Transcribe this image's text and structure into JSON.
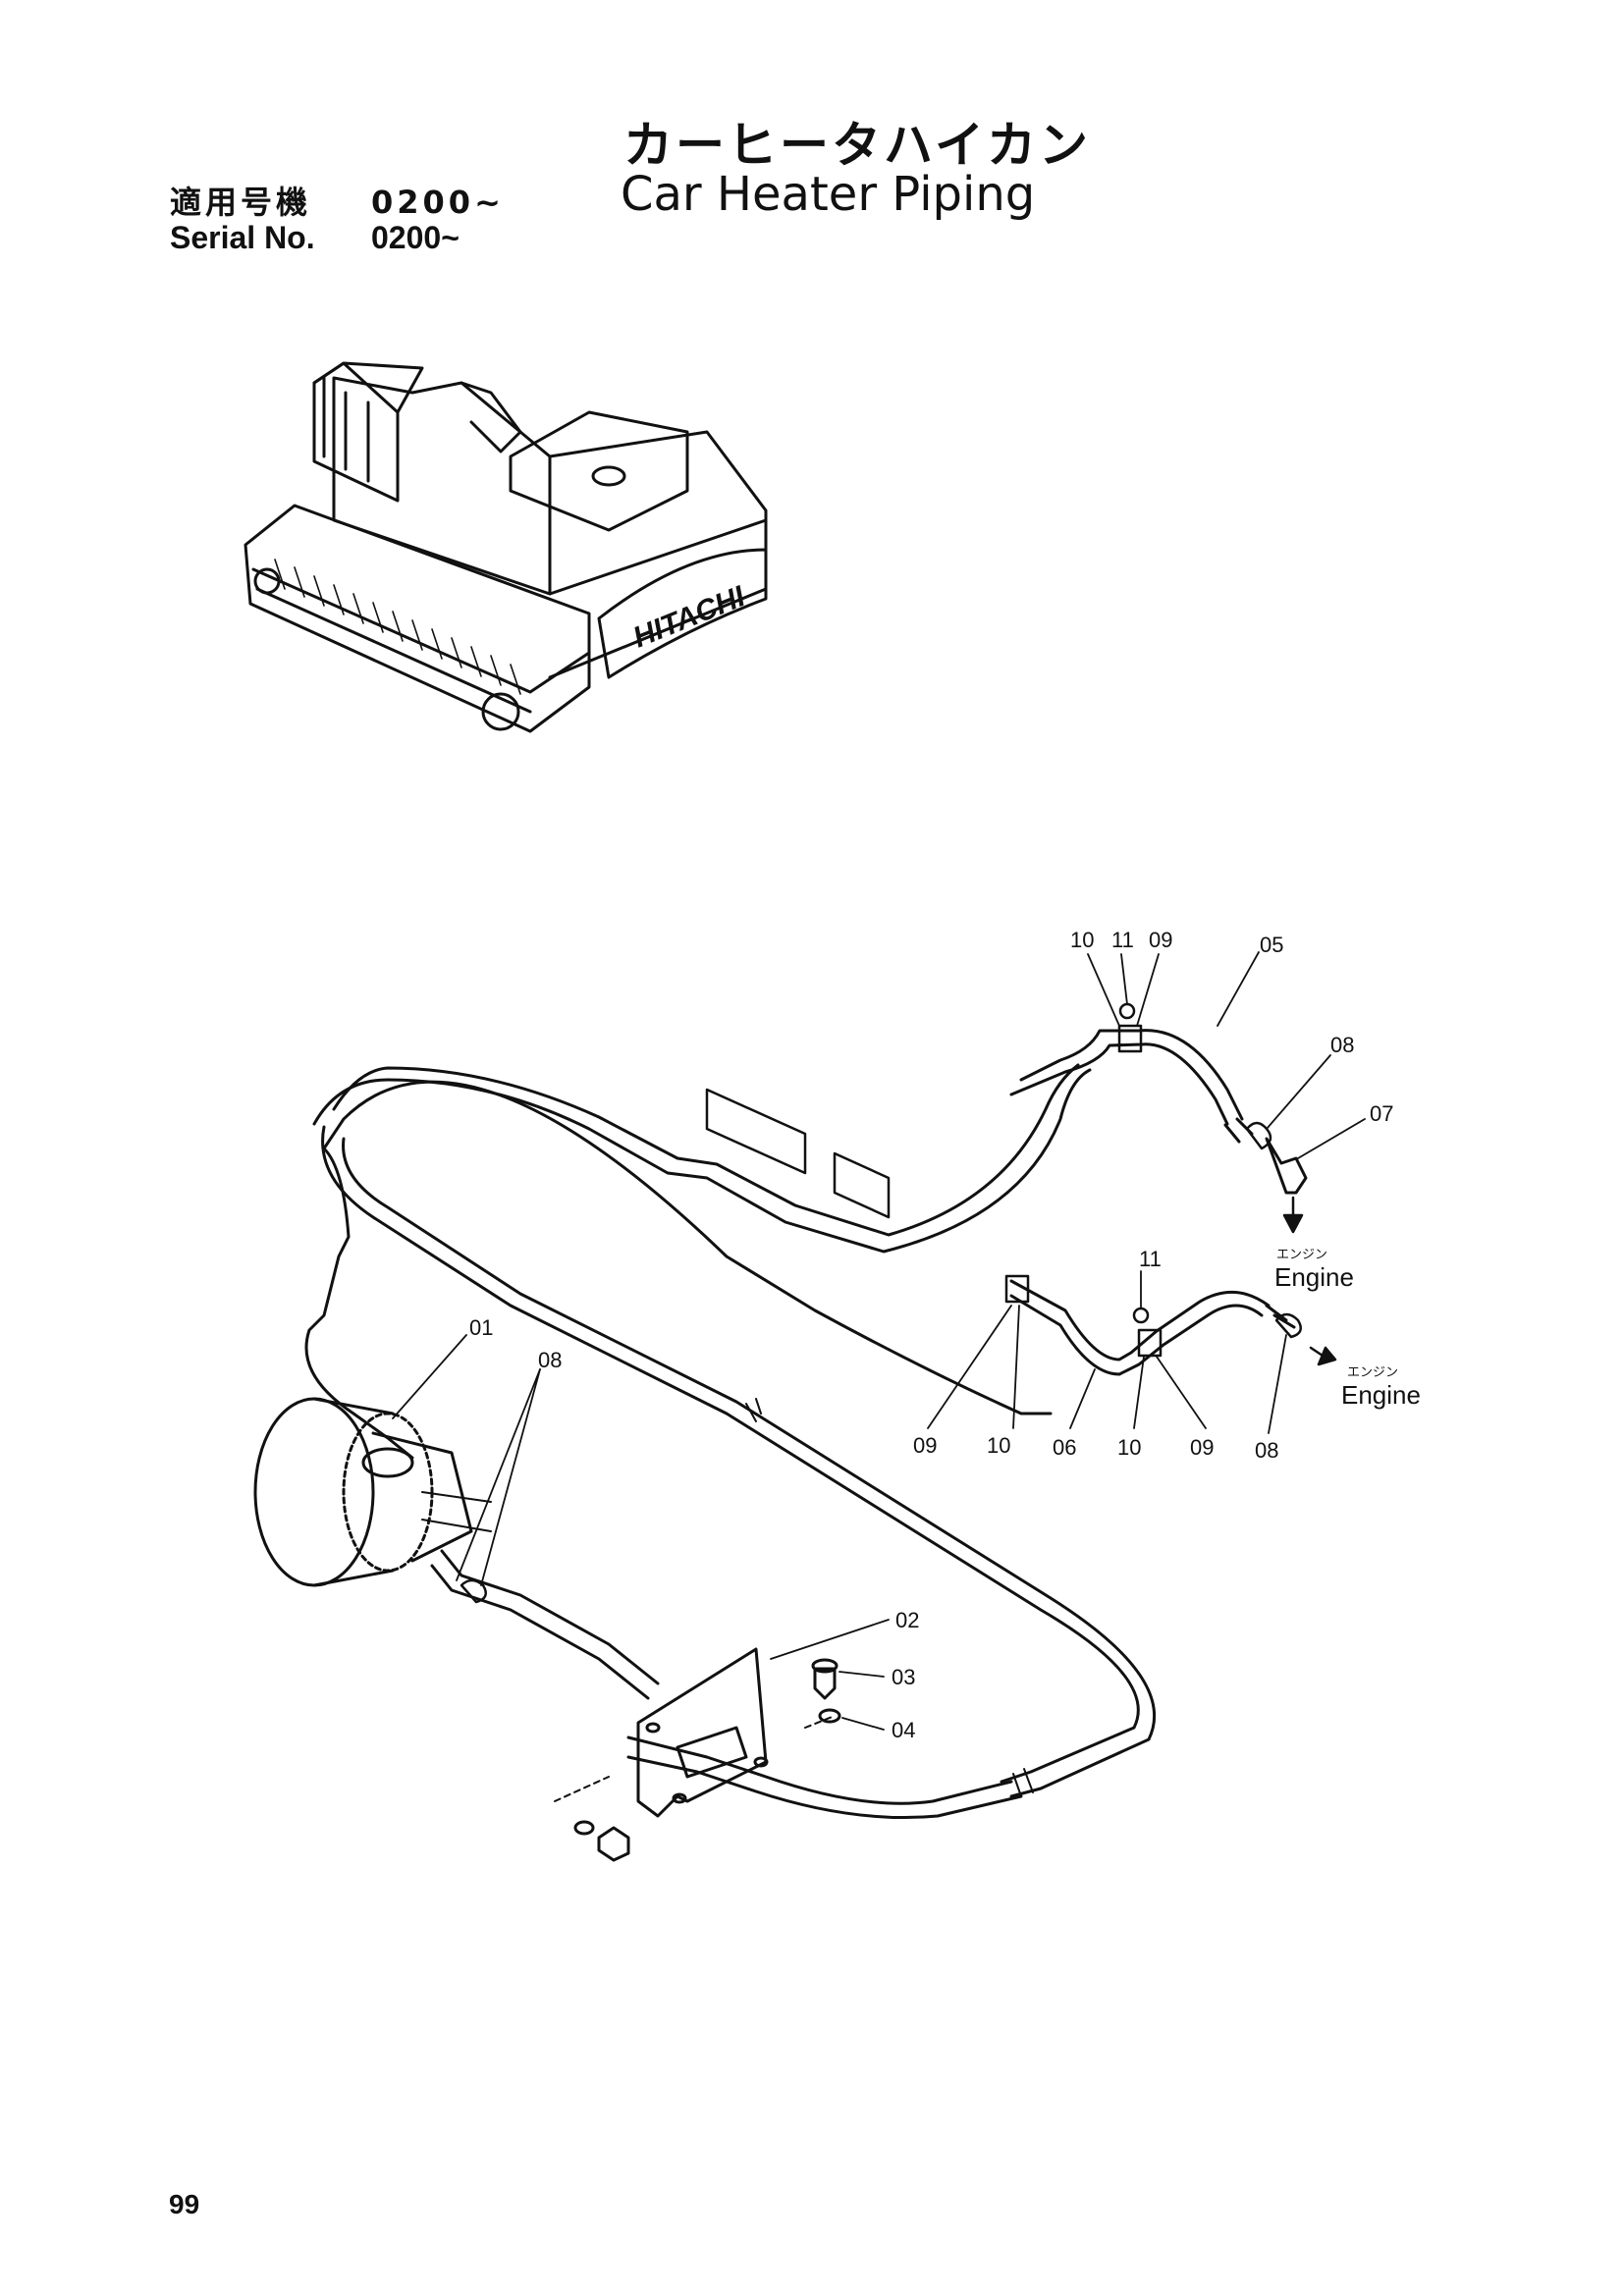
{
  "header": {
    "title_jp": "カーヒータハイカン",
    "title_en": "Car Heater Piping",
    "serial_label_jp": "適用号機",
    "serial_value_jp": "0200~",
    "serial_label_en": "Serial No.",
    "serial_value_en": "0200~"
  },
  "machine": {
    "brand": "HITACHI"
  },
  "callouts": {
    "c01": "01",
    "c02": "02",
    "c03": "03",
    "c04": "04",
    "c05": "05",
    "c06": "06",
    "c07": "07",
    "c08_left": "08",
    "c08_top": "08",
    "c08_bottom": "08",
    "c09_top": "09",
    "c09_left": "09",
    "c09_right": "09",
    "c10_top": "10",
    "c10_left": "10",
    "c10_right": "10",
    "c11_top": "11",
    "c11_mid": "11"
  },
  "engine_labels": {
    "jp": "エンジン",
    "en": "Engine"
  },
  "footer": {
    "page_number": "99"
  }
}
